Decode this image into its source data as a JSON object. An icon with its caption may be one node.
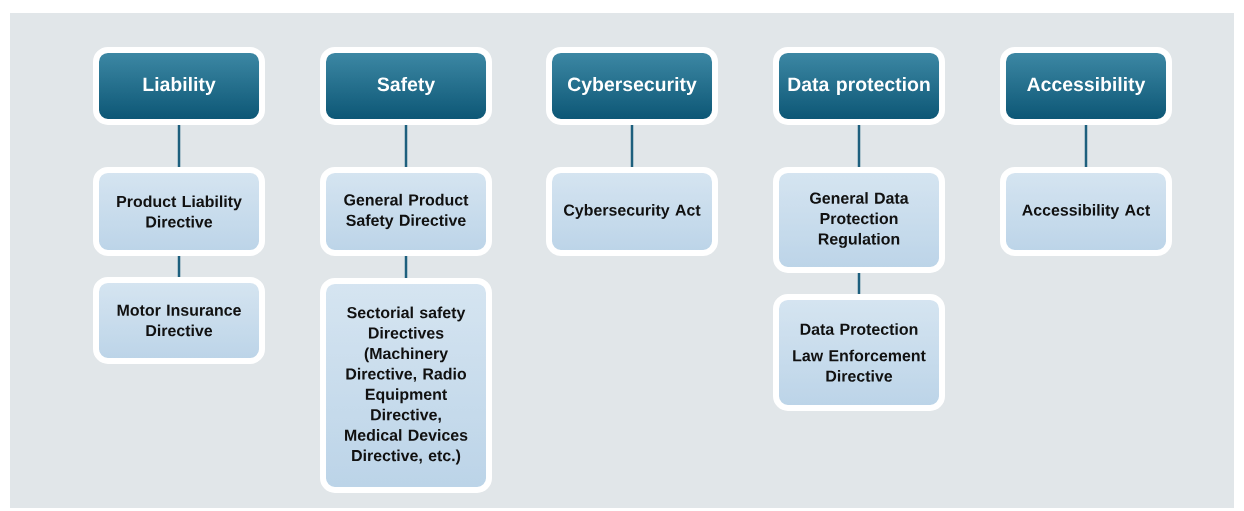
{
  "diagram": {
    "nodes": [
      {
        "text": [
          "Liability"
        ]
      },
      {
        "text": [
          "Product Liability Directive"
        ]
      },
      {
        "text": [
          "Motor Insurance Directive"
        ]
      },
      {
        "text": [
          "Safety"
        ]
      },
      {
        "text": [
          "General Product Safety Directive"
        ]
      },
      {
        "text": [
          "Sectorial safety Directives (Machinery Directive, Radio Equipment Directive, Medical Devices Directive, etc.)"
        ]
      },
      {
        "text": [
          "Cybersecurity"
        ]
      },
      {
        "text": [
          "Cybersecurity Act"
        ]
      },
      {
        "text": [
          "Data protection"
        ]
      },
      {
        "text": [
          "General Data Protection Regulation"
        ]
      },
      {
        "text": [
          "Data Protection",
          "Law Enforcement Directive"
        ]
      },
      {
        "text": [
          "Accessibility"
        ]
      },
      {
        "text": [
          "Accessibility Act"
        ]
      }
    ],
    "edges": [
      {
        "from": 0,
        "to": 1,
        "arrow": "none"
      },
      {
        "from": 1,
        "to": 2,
        "arrow": "none"
      },
      {
        "from": 3,
        "to": 4,
        "arrow": "none"
      },
      {
        "from": 4,
        "to": 5,
        "arrow": "none"
      },
      {
        "from": 6,
        "to": 7,
        "arrow": "none"
      },
      {
        "from": 8,
        "to": 9,
        "arrow": "none"
      },
      {
        "from": 9,
        "to": 10,
        "arrow": "none"
      },
      {
        "from": 11,
        "to": 12,
        "arrow": "none"
      }
    ]
  }
}
